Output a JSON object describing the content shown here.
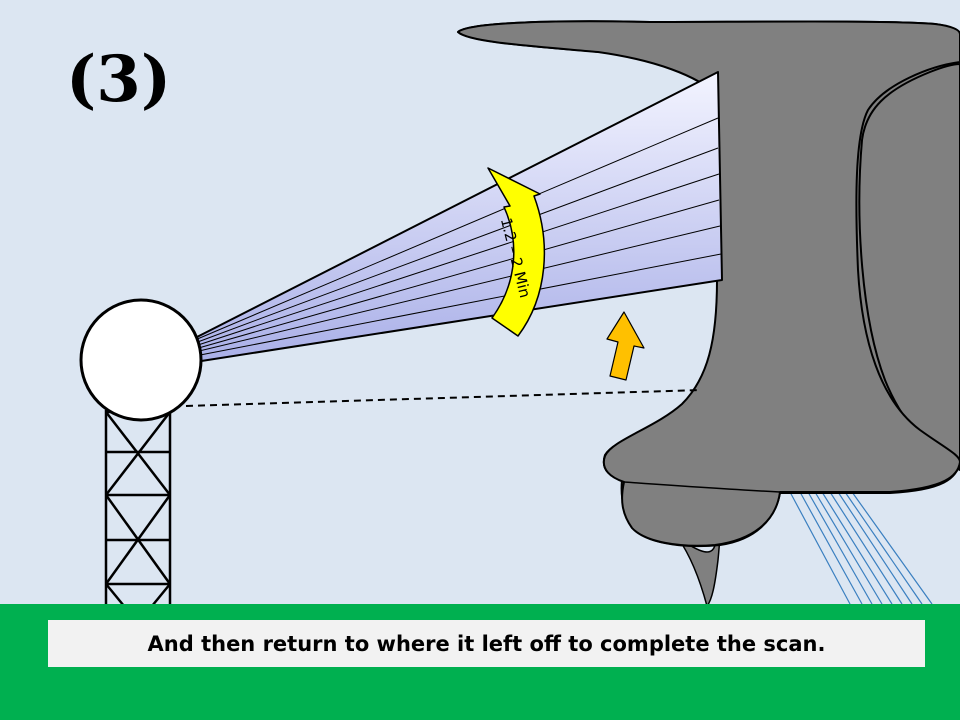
{
  "step_label": "(3)",
  "rotation_label": "1.2 – 2 Min",
  "caption": "And then return to where it left off to complete the scan.",
  "colors": {
    "background": "#dce6f2",
    "ground": "#00b050",
    "storm": "#808080",
    "beam_light": "#f0f2ff",
    "beam_dark": "#aeb4ea",
    "rotation_arrow": "#ffff00",
    "up_arrow": "#ffc000",
    "rain": "#3a7fc0"
  },
  "icons": {
    "radar": "radar-dome-icon",
    "tower": "lattice-tower-icon",
    "storm": "supercell-storm-icon",
    "rotation": "curved-arrow-icon",
    "up": "up-arrow-icon"
  }
}
